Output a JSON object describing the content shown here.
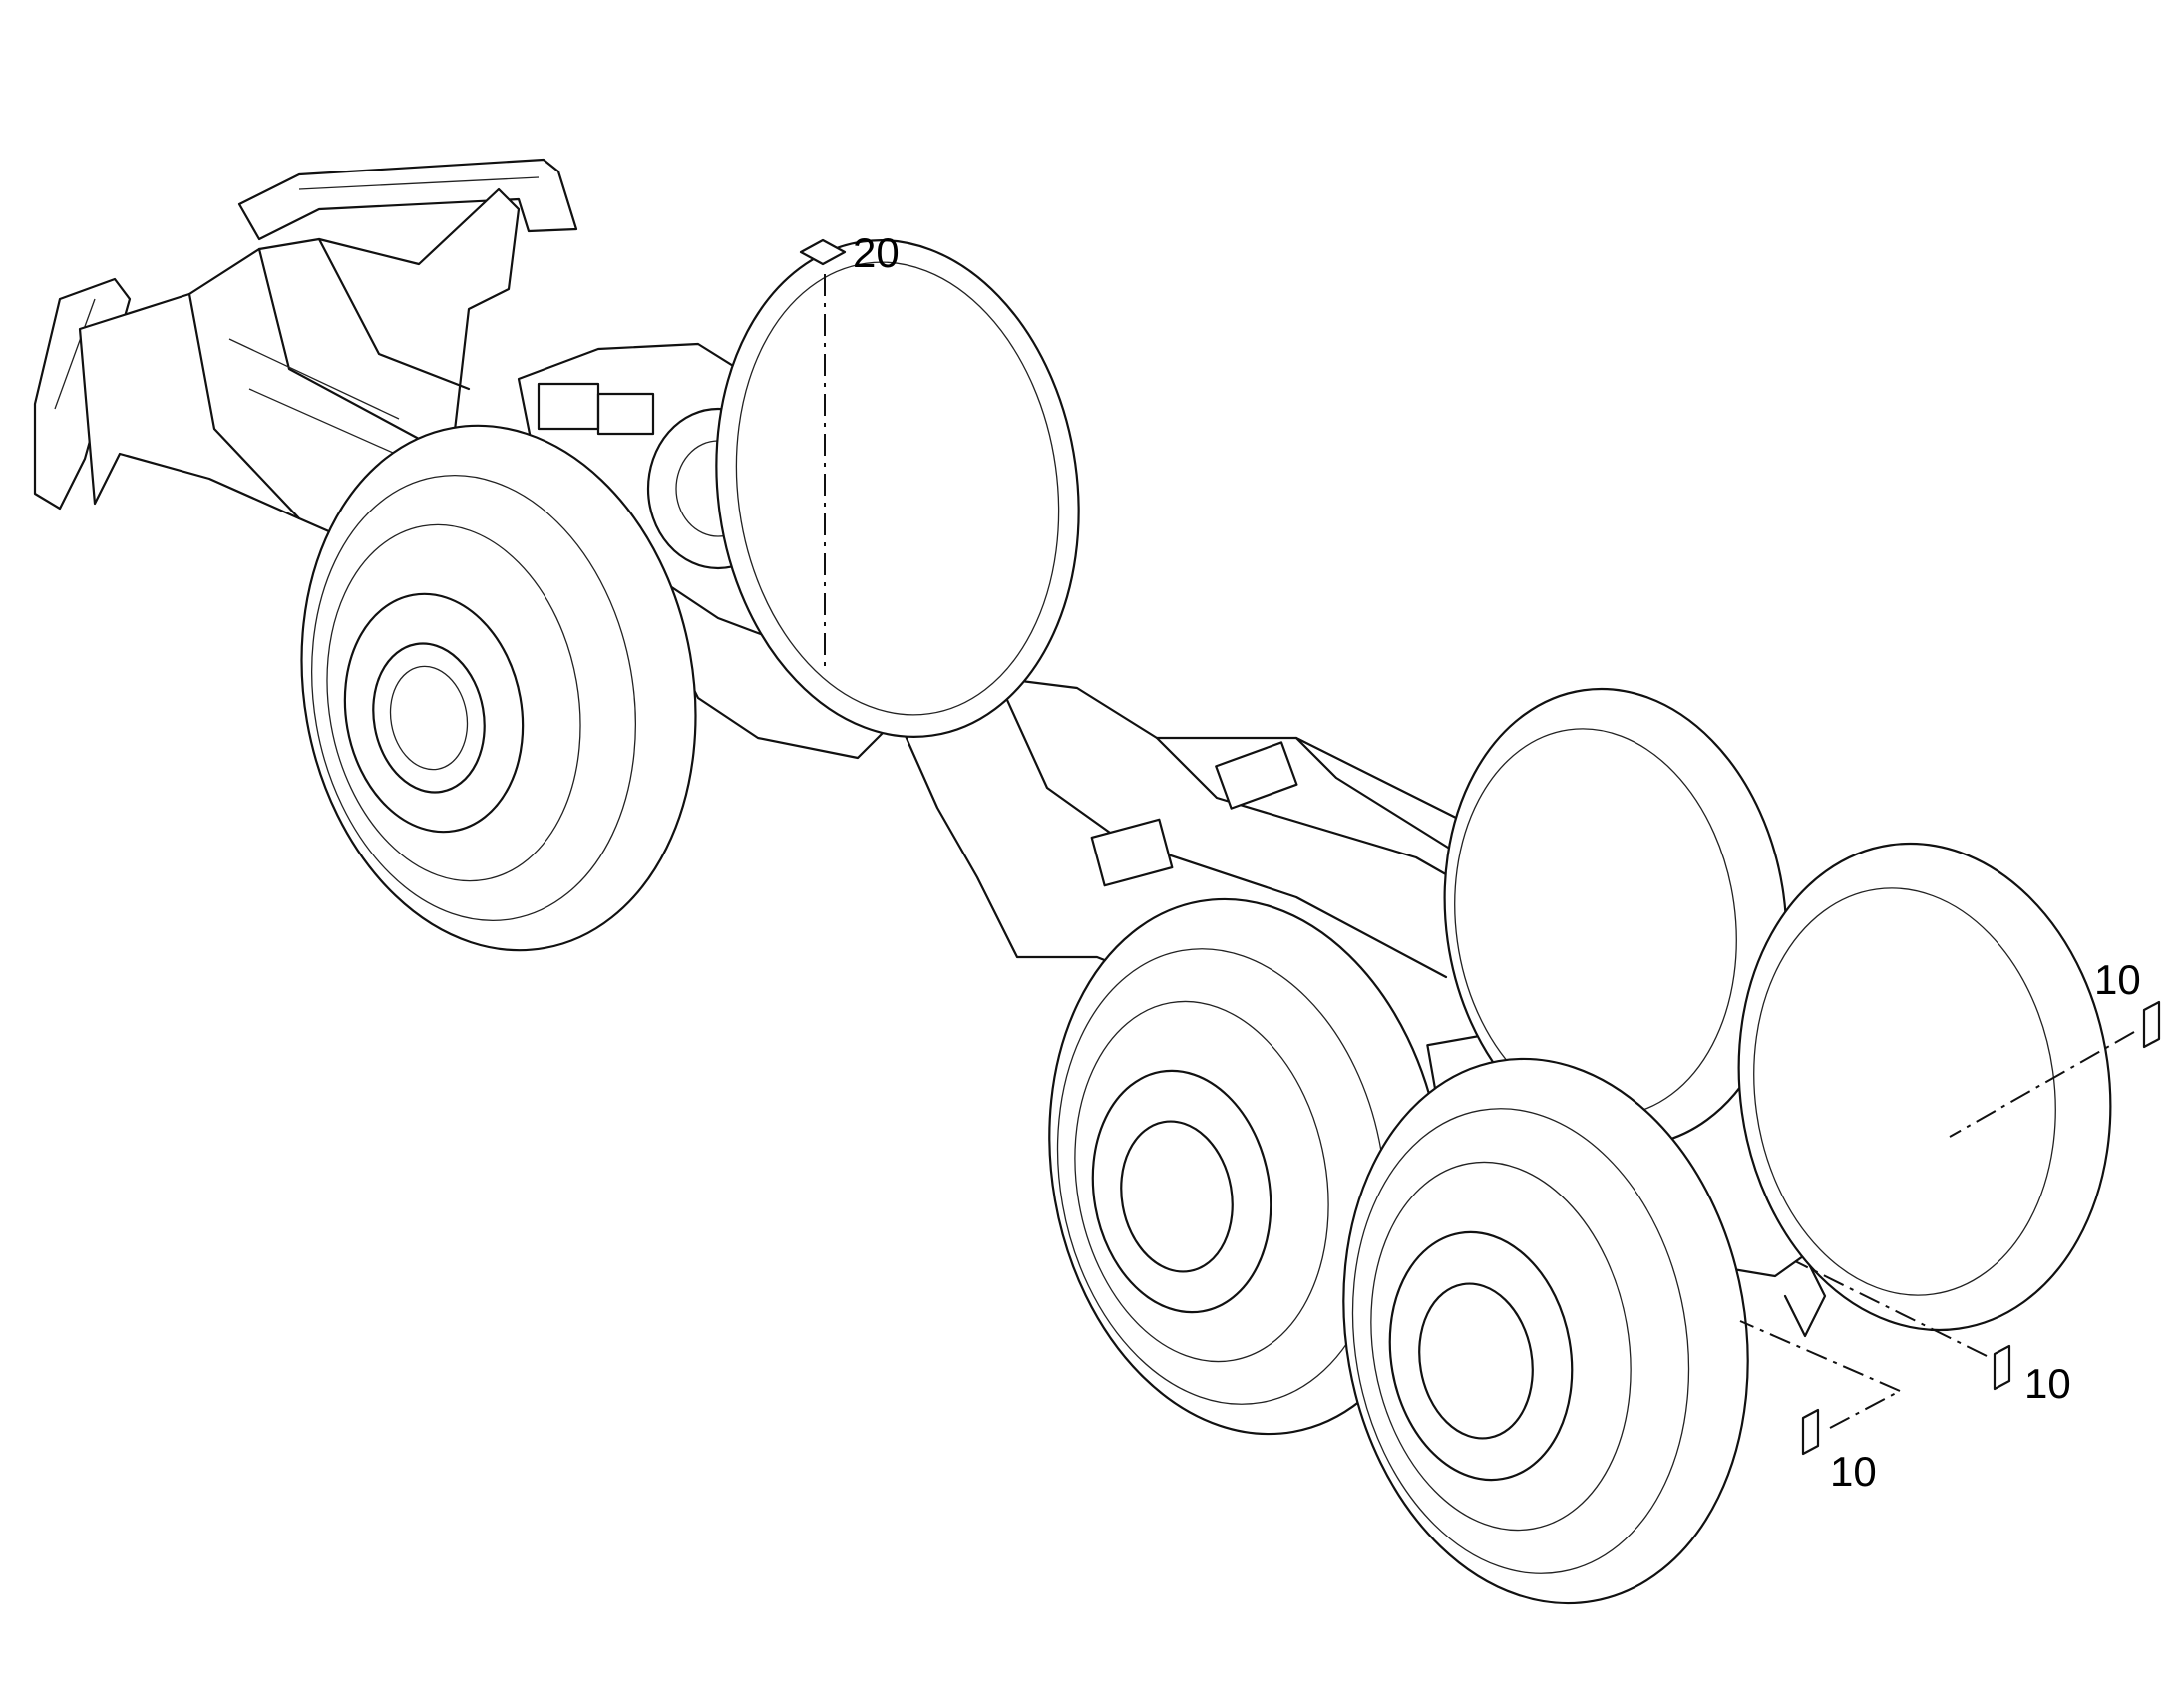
{
  "callouts": [
    {
      "id": "c20",
      "label": "20"
    },
    {
      "id": "c10a",
      "label": "10"
    },
    {
      "id": "c10b",
      "label": "10"
    },
    {
      "id": "c10c",
      "label": "10"
    }
  ],
  "colors": {
    "line": "#111111",
    "background": "#ffffff"
  }
}
